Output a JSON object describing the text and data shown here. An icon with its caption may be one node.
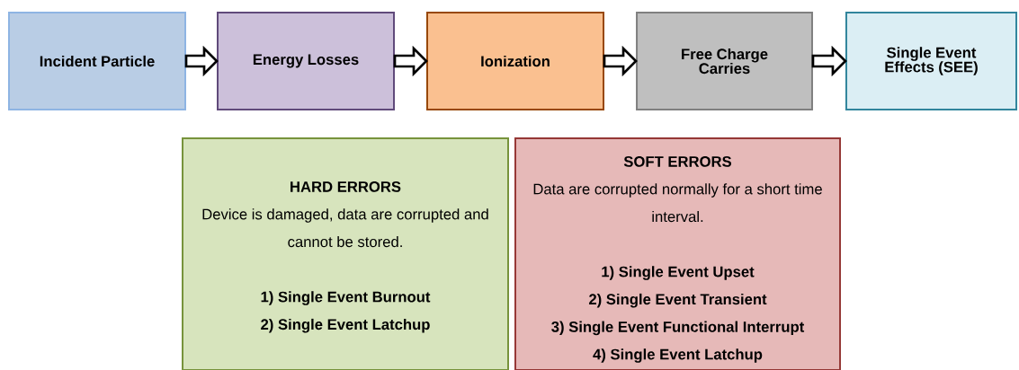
{
  "diagram": {
    "nodes": [
      {
        "text": [
          "Incident Particle"
        ]
      },
      {
        "text": [
          "Energy Losses"
        ]
      },
      {
        "text": [
          "Ionization"
        ]
      },
      {
        "text": [
          "Free Charge Carries"
        ]
      },
      {
        "text": [
          "Single Event Effects (SEE)"
        ]
      },
      {
        "text": [
          "HARD ERRORS",
          "Device is damaged, data are corrupted and cannot be stored.",
          "1) Single Event Burnout",
          "2) Single Event Latchup"
        ]
      },
      {
        "text": [
          "SOFT ERRORS",
          "Data are corrupted normally for a short time interval.",
          "1) Single Event Upset",
          "2) Single Event Transient",
          "3) Single Event Functional Interrupt",
          "4) Single Event Latchup"
        ]
      }
    ],
    "edges": [
      {
        "from": 0,
        "to": 1,
        "arrow": "to"
      },
      {
        "from": 1,
        "to": 2,
        "arrow": "to"
      },
      {
        "from": 2,
        "to": 3,
        "arrow": "to"
      },
      {
        "from": 3,
        "to": 4,
        "arrow": "to"
      }
    ]
  }
}
